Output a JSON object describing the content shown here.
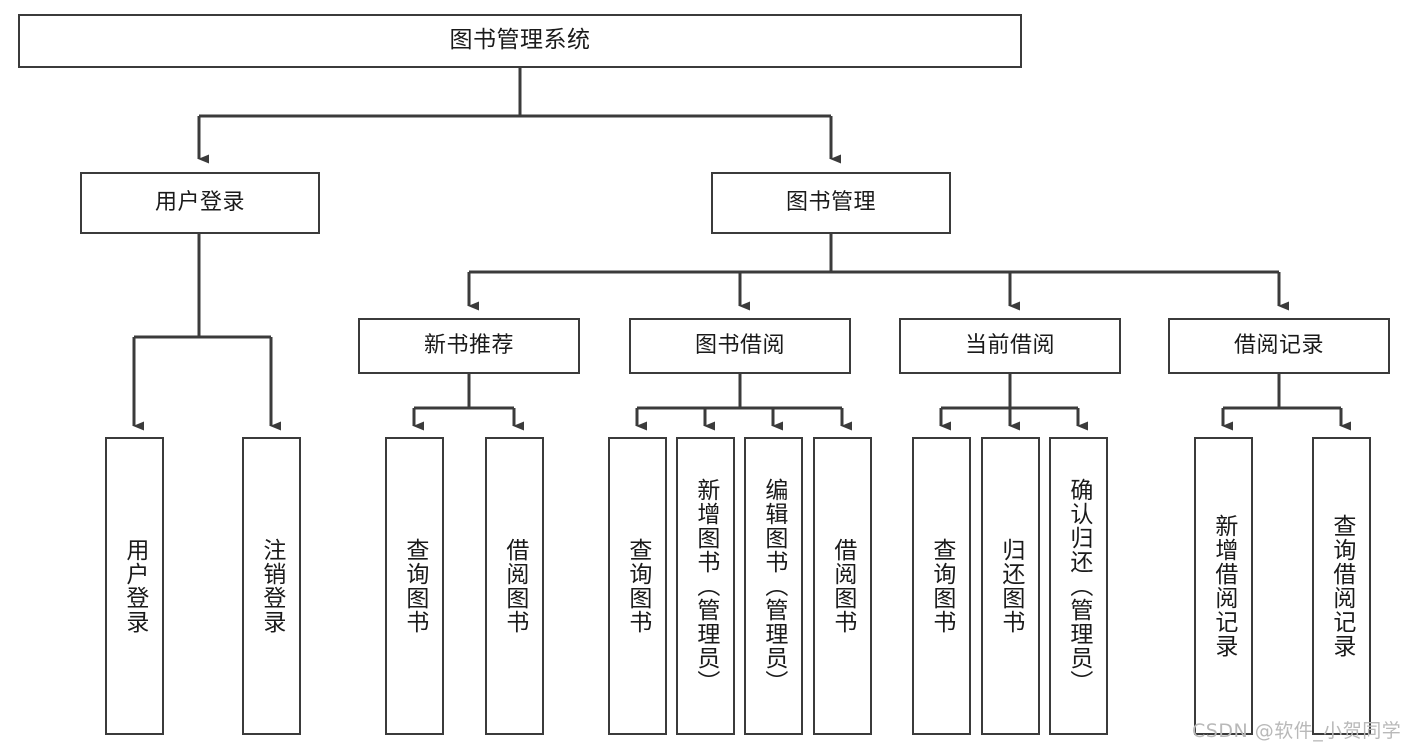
{
  "diagram": {
    "type": "hierarchy-tree",
    "title": "图书管理系统",
    "root": {
      "label": "图书管理系统"
    },
    "level2": [
      {
        "label": "用户登录"
      },
      {
        "label": "图书管理"
      }
    ],
    "level3": [
      {
        "label": "新书推荐"
      },
      {
        "label": "图书借阅"
      },
      {
        "label": "当前借阅"
      },
      {
        "label": "借阅记录"
      }
    ],
    "leaves": {
      "user_login": [
        {
          "label": "用户登录"
        },
        {
          "label": "注销登录"
        }
      ],
      "new_book_recommend": [
        {
          "label": "查询图书"
        },
        {
          "label": "借阅图书"
        }
      ],
      "book_borrow": [
        {
          "label": "查询图书"
        },
        {
          "label": "新增图书（管理员）"
        },
        {
          "label": "编辑图书（管理员）"
        },
        {
          "label": "借阅图书"
        }
      ],
      "current_borrow": [
        {
          "label": "查询图书"
        },
        {
          "label": "归还图书"
        },
        {
          "label": "确认归还（管理员）"
        }
      ],
      "borrow_record": [
        {
          "label": "新增借阅记录"
        },
        {
          "label": "查询借阅记录"
        }
      ]
    }
  },
  "watermark": {
    "text": "CSDN @软件_小贺同学"
  },
  "colors": {
    "box_border": "#3b3b3b",
    "box_fill": "#ffffff",
    "connector": "#3b3b3b",
    "text": "#1a1a1a",
    "watermark": "#b9b9b9"
  }
}
